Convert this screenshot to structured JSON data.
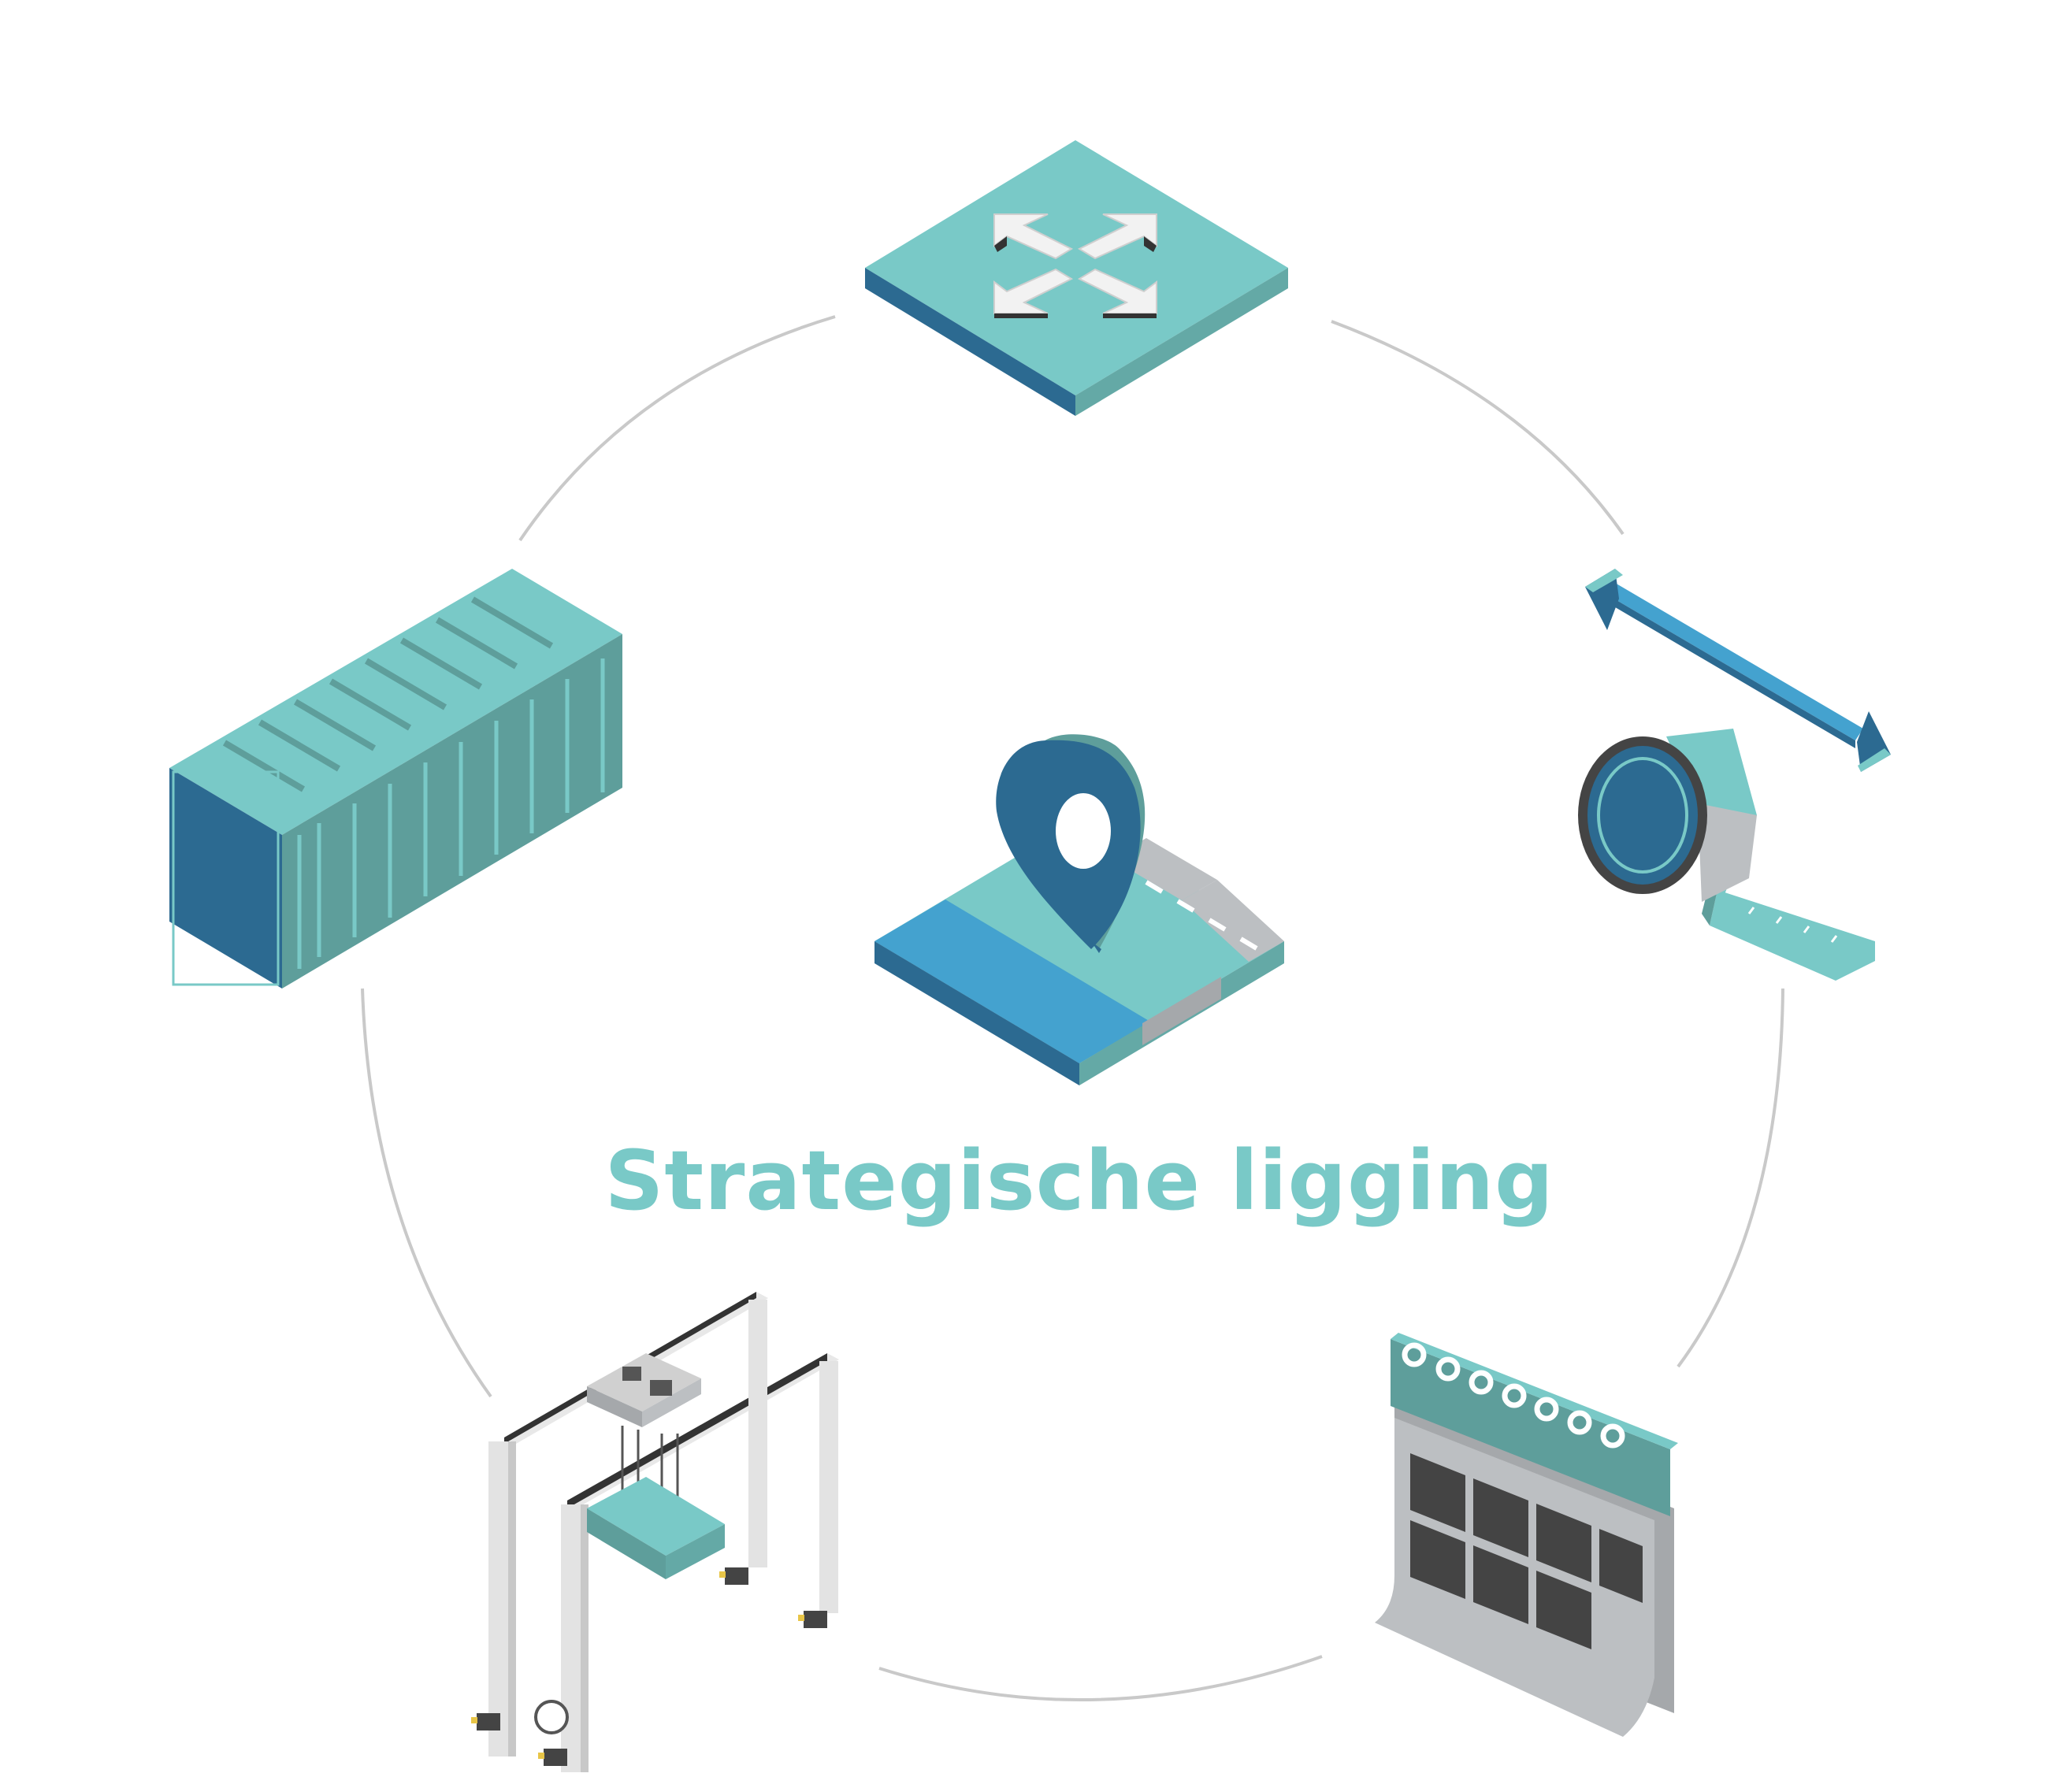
{
  "title": "Strategische ligging",
  "colors": {
    "teal_light": "#79c9c7",
    "teal_mid": "#5e9e9b",
    "teal_side": "#64a9a6",
    "navy": "#2c6a91",
    "water": "#44a2cf",
    "grey_light": "#bcbfc2",
    "grey_mid": "#a5a8ab",
    "dark": "#444444",
    "ring": "#c9c9c9",
    "title": "#79c9c7"
  },
  "nodes": [
    {
      "id": "expand",
      "icon": "expand-arrows-icon"
    },
    {
      "id": "distance",
      "icon": "tape-measure-icon"
    },
    {
      "id": "schedule",
      "icon": "calendar-icon"
    },
    {
      "id": "crane",
      "icon": "gantry-crane-icon"
    },
    {
      "id": "container",
      "icon": "shipping-container-icon"
    }
  ],
  "center": {
    "icon": "location-pin-map-icon"
  }
}
